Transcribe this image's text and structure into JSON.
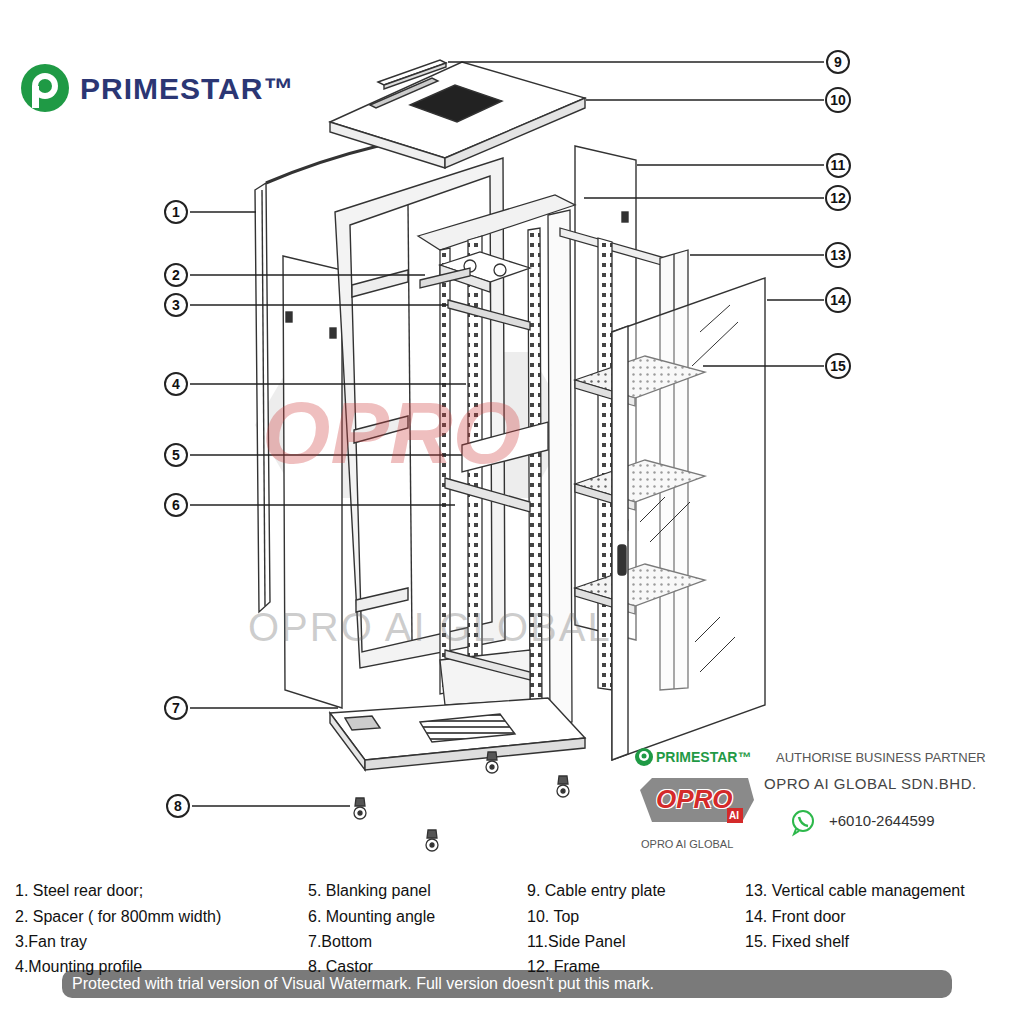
{
  "diagram": {
    "nodes": [
      {
        "text": [
          "9"
        ]
      },
      {
        "text": [
          "10"
        ]
      },
      {
        "text": [
          "11"
        ]
      },
      {
        "text": [
          "12"
        ]
      },
      {
        "text": [
          "1"
        ]
      },
      {
        "text": [
          "13"
        ]
      },
      {
        "text": [
          "2"
        ]
      },
      {
        "text": [
          "14"
        ]
      },
      {
        "text": [
          "3"
        ]
      },
      {
        "text": [
          "15"
        ]
      },
      {
        "text": [
          "4"
        ]
      },
      {
        "text": [
          "5"
        ]
      },
      {
        "text": [
          "6"
        ]
      },
      {
        "text": [
          "7"
        ]
      },
      {
        "text": [
          "8"
        ]
      }
    ],
    "labels": [
      "PRIMESTAR™",
      "OPRO",
      "OPRO AI GLOBAL",
      "PRIMESTAR™",
      "AUTHORISE BUSINESS PARTNER",
      "OPRO AI GLOBAL SDN.BHD.",
      "OPRO",
      "AI",
      "OPRO AI GLOBAL",
      "+6010-2644599",
      "1. Steel rear door;",
      "2. Spacer ( for 800mm width)",
      "3.Fan tray",
      "4.Mounting profile",
      "5. Blanking panel",
      "6. Mounting angle",
      "7.Bottom",
      "8. Castor",
      "9. Cable entry plate",
      "10. Top",
      "11.Side Panel",
      "12. Frame",
      "13. Vertical cable management",
      "14. Front door",
      "15. Fixed shelf",
      "Protected with trial version of Visual Watermark. Full version doesn't put this mark."
    ]
  }
}
